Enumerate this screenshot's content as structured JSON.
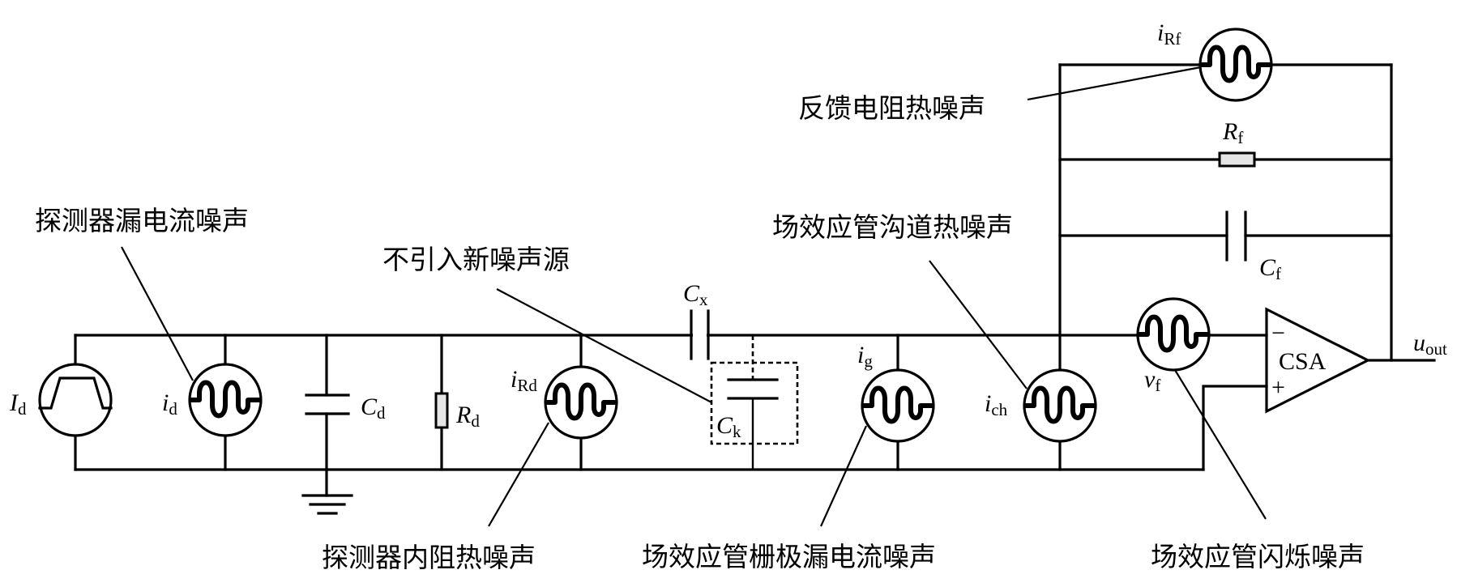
{
  "figure": {
    "description": "CSA readout front-end noise equivalent circuit",
    "annotations": {
      "detector_leakage": "探测器漏电流噪声",
      "no_new_noise": "不引入新噪声源",
      "feedback_resistor_thermal": "反馈电阻热噪声",
      "fet_channel_thermal": "场效应管沟道热噪声",
      "detector_resistance_thermal": "探测器内阻热噪声",
      "fet_gate_leakage": "场效应管栅极漏电流噪声",
      "fet_flicker": "场效应管闪烁噪声"
    },
    "symbols": {
      "Id": {
        "main": "I",
        "sub": "d"
      },
      "id": {
        "main": "i",
        "sub": "d"
      },
      "Cd": {
        "main": "C",
        "sub": "d"
      },
      "Rd": {
        "main": "R",
        "sub": "d"
      },
      "iRd": {
        "main": "i",
        "sub": "Rd"
      },
      "Cx": {
        "main": "C",
        "sub": "x"
      },
      "Ck": {
        "main": "C",
        "sub": "k"
      },
      "ig": {
        "main": "i",
        "sub": "g"
      },
      "ich": {
        "main": "i",
        "sub": "ch"
      },
      "vf": {
        "main": "v",
        "sub": "f"
      },
      "iRf": {
        "main": "i",
        "sub": "Rf"
      },
      "Rf": {
        "main": "R",
        "sub": "f"
      },
      "Cf": {
        "main": "C",
        "sub": "f"
      },
      "uout": {
        "main": "u",
        "sub": "out"
      }
    },
    "amplifier": {
      "label": "CSA",
      "inverting": "−",
      "non_inverting": "+"
    }
  }
}
